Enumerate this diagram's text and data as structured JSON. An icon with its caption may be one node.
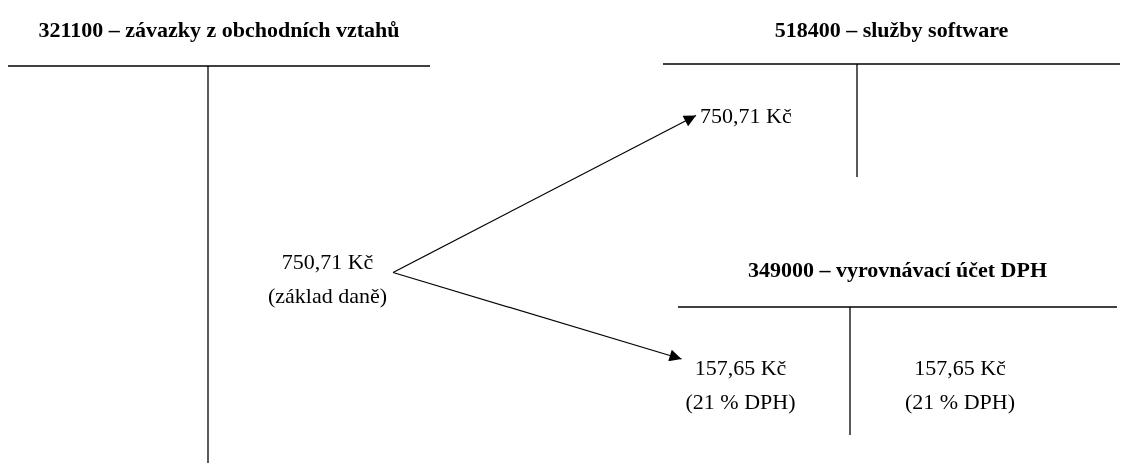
{
  "diagram": {
    "nodes": [
      {
        "text": [
          "321100 – závazky z obchodních vztahů"
        ]
      },
      {
        "text": [
          "750,71 Kč (základ daně)"
        ],
        "in": 0
      },
      {
        "text": [
          "518400 – služby software"
        ]
      },
      {
        "text": [
          "750,71 Kč"
        ],
        "in": 2
      },
      {
        "text": [
          "349000 – vyrovnávací účet DPH"
        ]
      },
      {
        "text": [
          "157,65 Kč (21 % DPH)"
        ],
        "in": 4
      },
      {
        "text": [
          "157,65 Kč (21 % DPH)"
        ],
        "in": 4
      }
    ],
    "edges": [
      {
        "from": 1,
        "to": 3,
        "arrow": "to"
      },
      {
        "from": 1,
        "to": 5,
        "arrow": "to"
      }
    ]
  }
}
